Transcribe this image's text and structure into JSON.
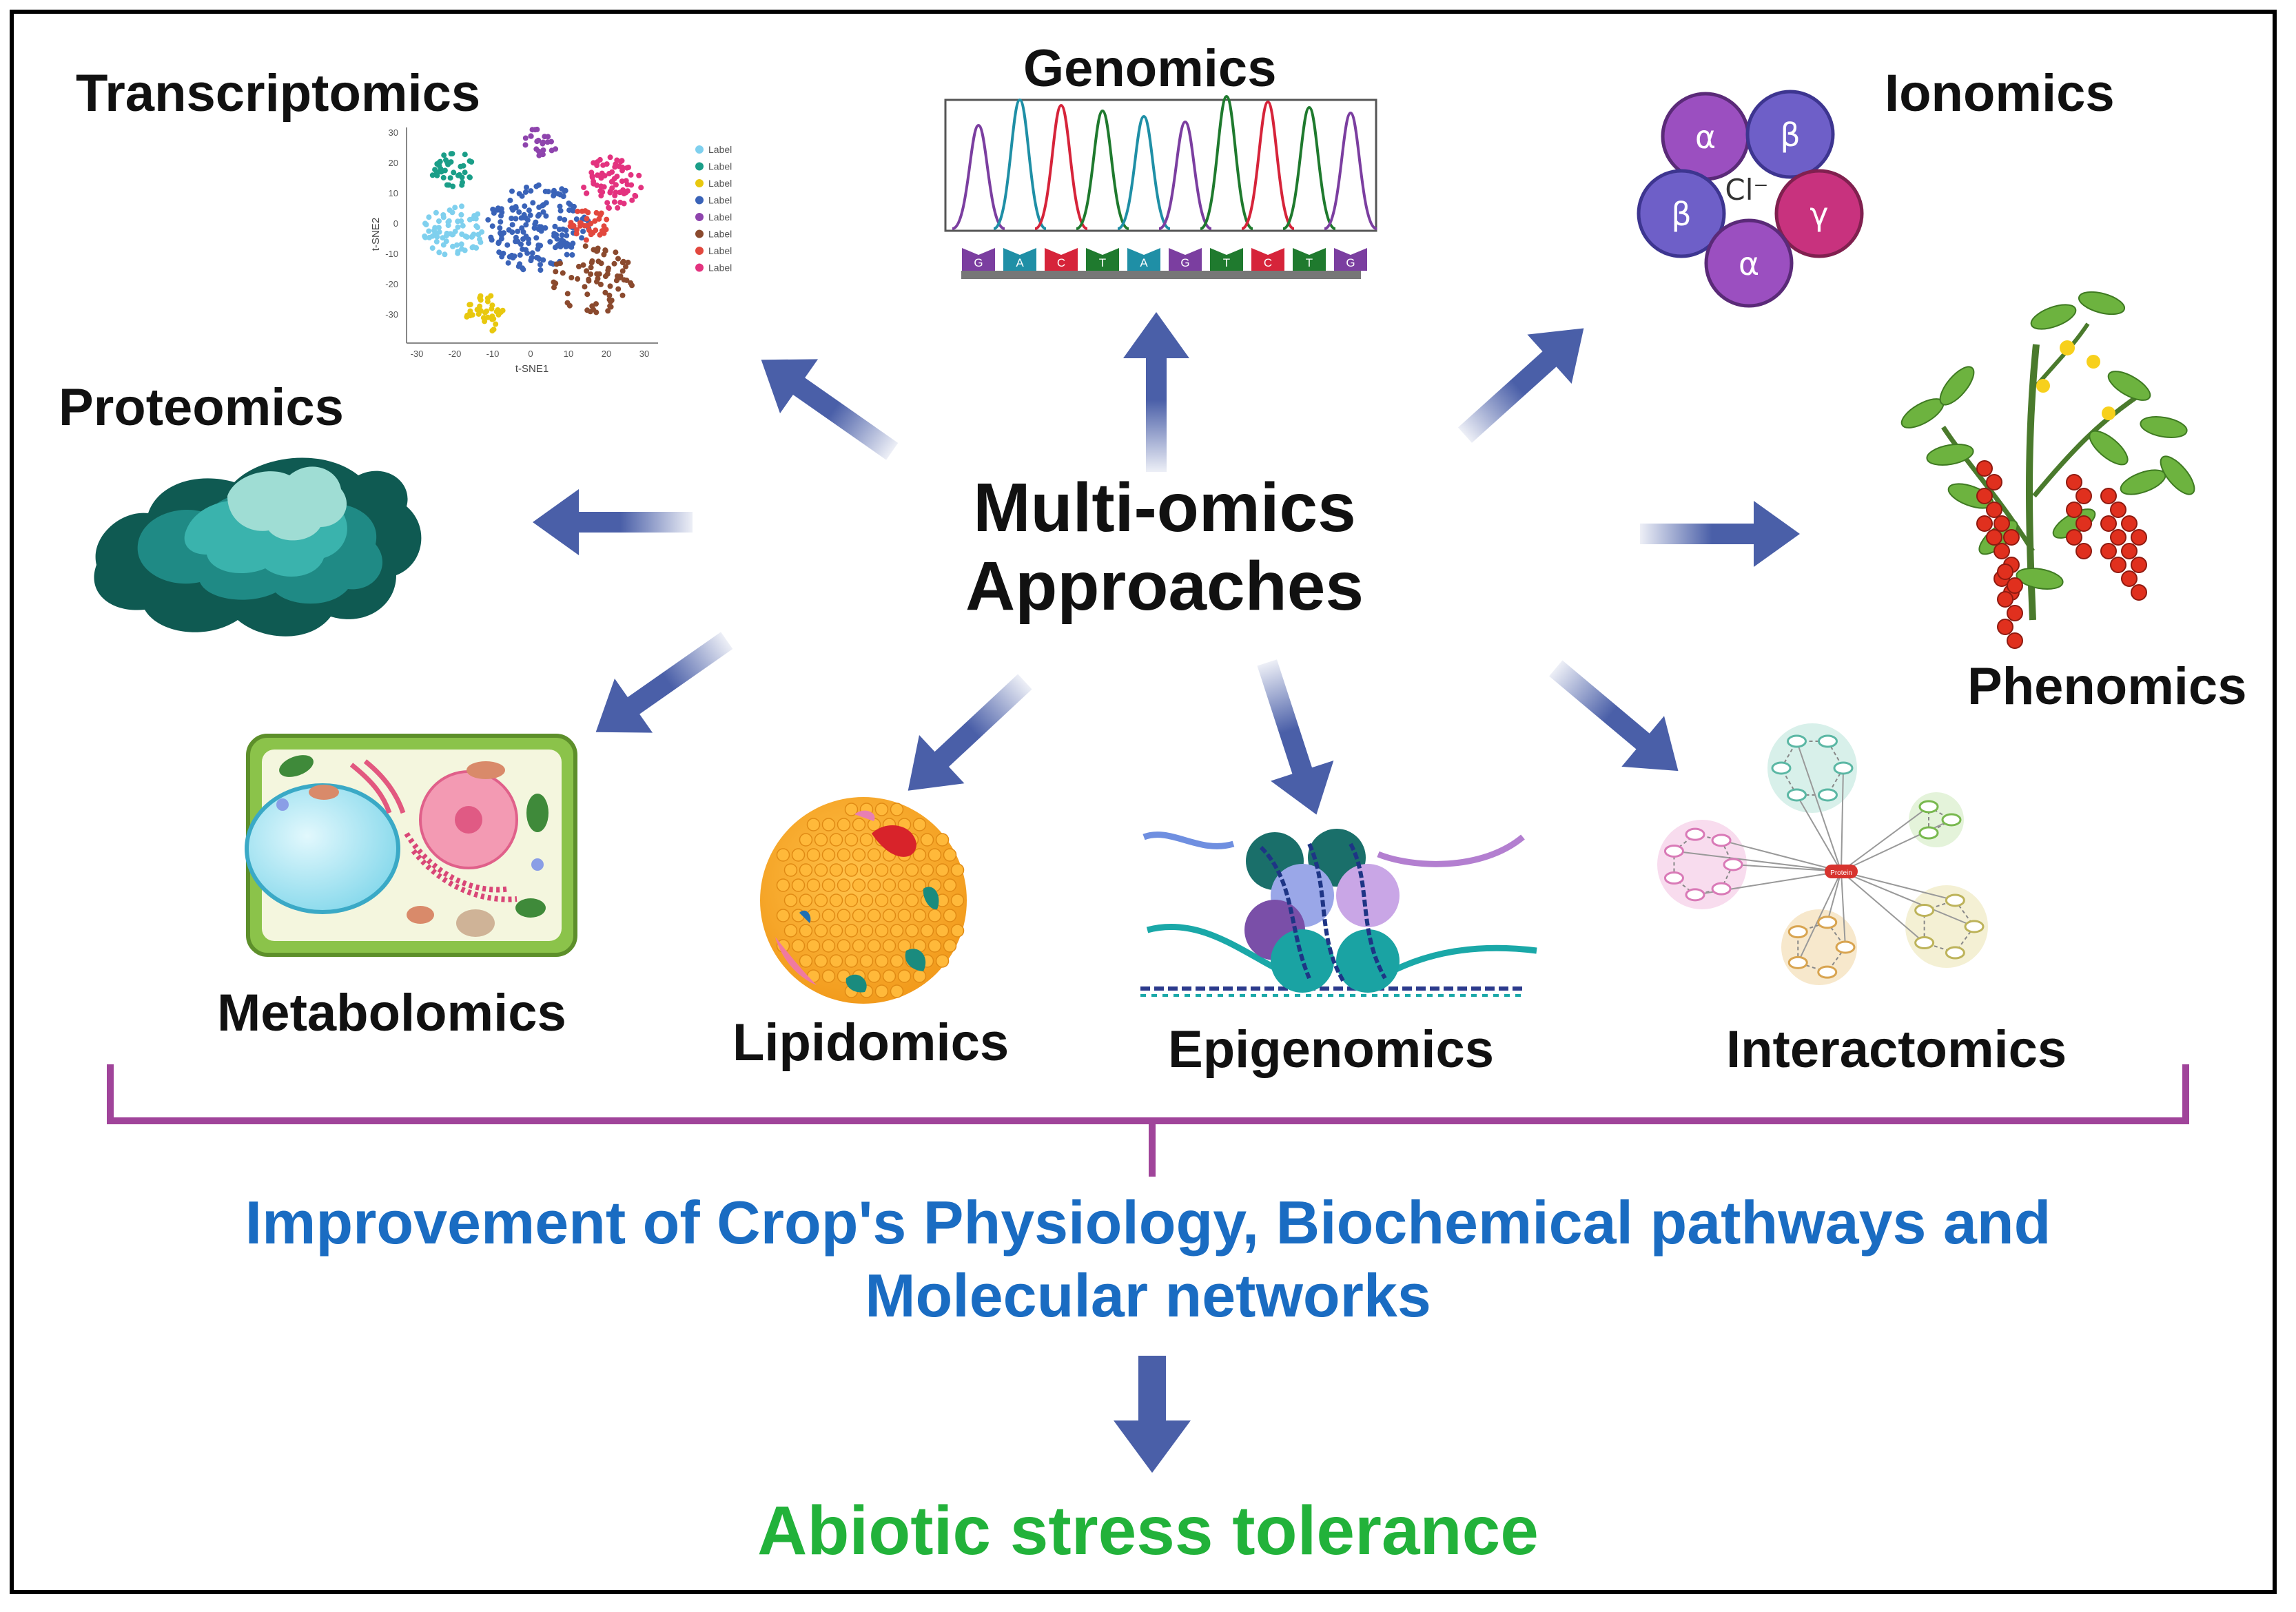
{
  "center_title": {
    "line1": "Multi-omics",
    "line2": "Approaches"
  },
  "omics": {
    "genomics": "Genomics",
    "transcriptomics": "Transcriptomics",
    "ionomics": "Ionomics",
    "proteomics": "Proteomics",
    "phenomics": "Phenomics",
    "metabolomics": "Metabolomics",
    "lipidomics": "Lipidomics",
    "epigenomics": "Epigenomics",
    "interactomics": "Interactomics"
  },
  "tsne_plot": {
    "xlabel": "t-SNE1",
    "ylabel": "t-SNE2",
    "x_ticks": [
      "-30",
      "-20",
      "-10",
      "0",
      "10",
      "20",
      "30"
    ],
    "y_ticks": [
      "30",
      "20",
      "10",
      "0",
      "-10",
      "-20",
      "-30"
    ],
    "legend": [
      "Label",
      "Label",
      "Label",
      "Label",
      "Label",
      "Label",
      "Label",
      "Label"
    ]
  },
  "dna_bases": [
    "G",
    "A",
    "C",
    "T",
    "A",
    "G",
    "T",
    "C",
    "T",
    "G"
  ],
  "ion_channel": {
    "subunits": [
      "α",
      "β",
      "β",
      "γ",
      "α"
    ],
    "center_ion": "Cl⁻"
  },
  "network_hub": "Protein",
  "outcome": {
    "line1": "Improvement of Crop's Physiology, Biochemical pathways and",
    "line2": "Molecular networks"
  },
  "final_outcome": "Abiotic stress tolerance",
  "colors": {
    "arrow": "#4a5fa8",
    "bracket": "#a0449a",
    "outcome_text": "#1a6cc2",
    "final_text": "#22b23a"
  }
}
